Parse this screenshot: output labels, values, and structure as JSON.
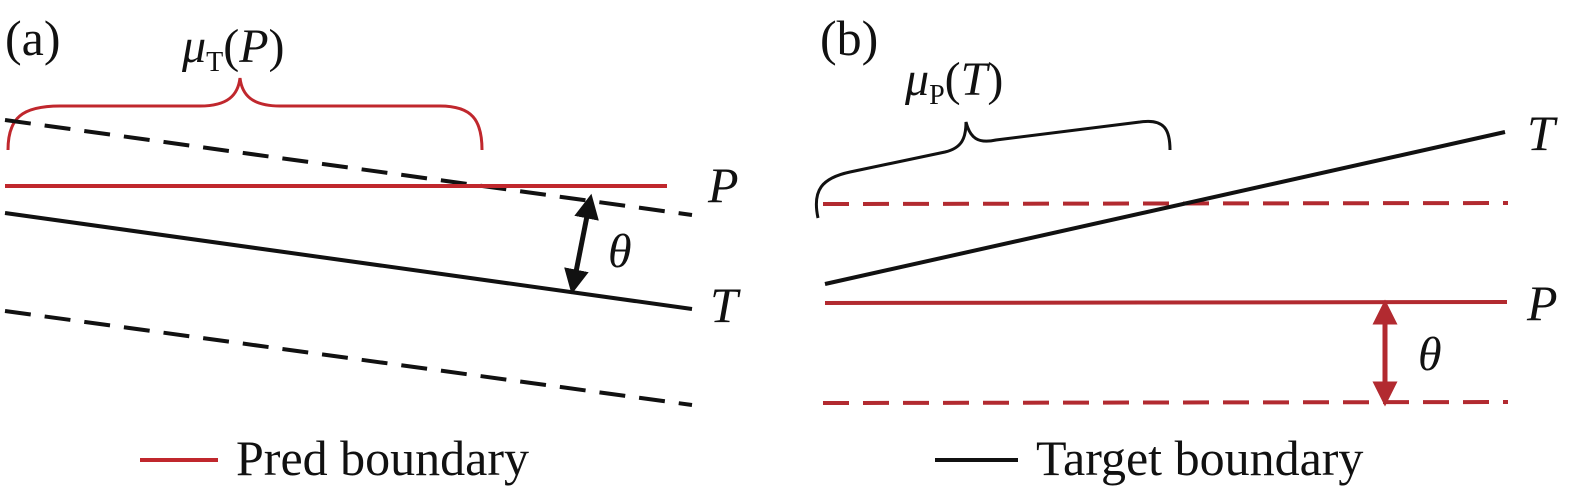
{
  "panel_a": {
    "label": "(a)",
    "measure": {
      "symbol": "μ",
      "subscript": "T",
      "open_paren": "(",
      "argument": "P",
      "close_paren": ")"
    },
    "pred_line_label": "P",
    "target_line_label": "T",
    "angle_label": "θ"
  },
  "panel_b": {
    "label": "(b)",
    "measure": {
      "symbol": "μ",
      "subscript": "P",
      "open_paren": "(",
      "argument": "T",
      "close_paren": ")"
    },
    "target_line_label": "T",
    "pred_line_label": "P",
    "angle_label": "θ"
  },
  "legend": {
    "pred": "Pred boundary",
    "target": "Target boundary"
  },
  "colors": {
    "pred": "#c0272d",
    "pred_dark": "#b22a30",
    "target": "#111111"
  }
}
